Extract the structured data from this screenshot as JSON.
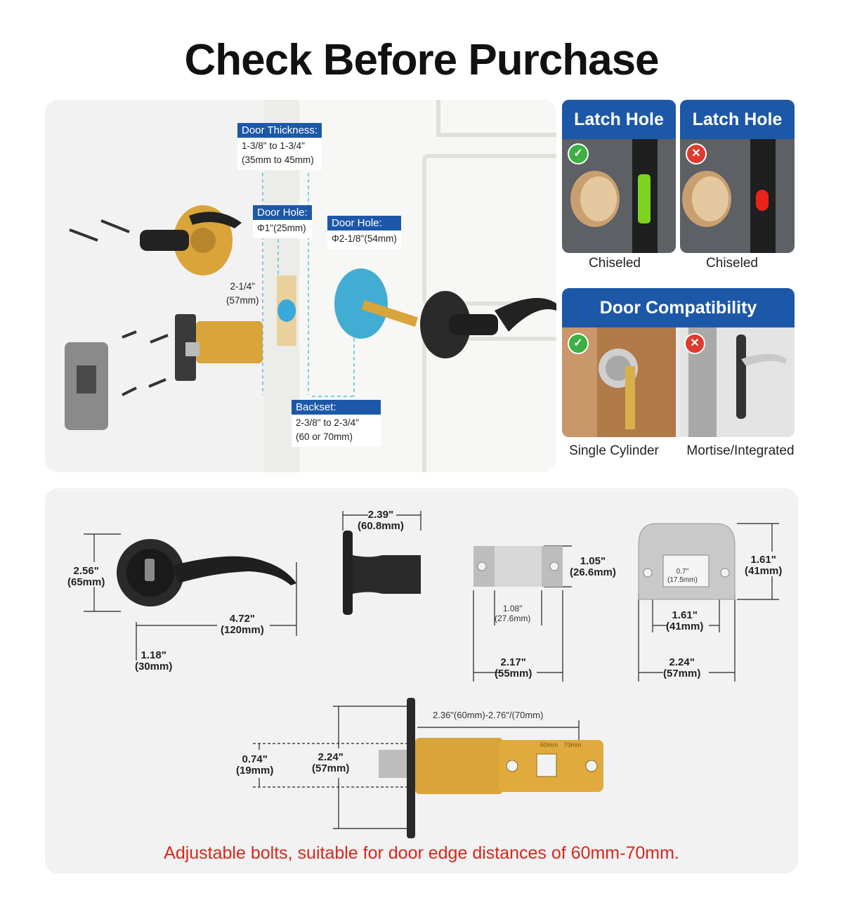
{
  "title": "Check Before Purchase",
  "labels": {
    "door_thickness": {
      "head": "Door Thickness:",
      "line1": "1-3/8\" to  1-3/4\"",
      "line2": "(35mm to 45mm)"
    },
    "door_hole_small": {
      "head": "Door Hole:",
      "line1": "Φ1\"(25mm)"
    },
    "door_hole_large": {
      "head": "Door Hole:",
      "line1": "Φ2-1/8\"(54mm)"
    },
    "latch_height": {
      "line1": "2-1/4\"",
      "line2": "(57mm)"
    },
    "backset": {
      "head": "Backset:",
      "line1": "2-3/8\"  to  2-3/4\"",
      "line2": "(60 or 70mm)"
    }
  },
  "cards": {
    "latch_ok": {
      "title": "Latch Hole",
      "caption": "Chiseled",
      "status": "check",
      "indicator_color": "#7ed321"
    },
    "latch_bad": {
      "title": "Latch Hole",
      "caption": "Chiseled",
      "status": "cross",
      "indicator_color": "#e8231a"
    },
    "compat": {
      "title": "Door Compatibility"
    },
    "single": {
      "caption": "Single Cylinder",
      "status": "check"
    },
    "mortise": {
      "caption": "Mortise/Integrated",
      "status": "cross"
    }
  },
  "dimensions": {
    "lever_height": {
      "in": "2.56\"",
      "mm": "(65mm)"
    },
    "lever_length": {
      "in": "4.72\"",
      "mm": "(120mm)"
    },
    "rose_offset": {
      "in": "1.18\"",
      "mm": "(30mm)"
    },
    "knob_depth": {
      "in": "2.39\"",
      "mm": "(60.8mm)"
    },
    "faceplate_height": {
      "in": "1.05\"",
      "mm": "(26.6mm)"
    },
    "faceplate_inner": {
      "in": "1.08\"",
      "mm": "(27.6mm)"
    },
    "faceplate_width": {
      "in": "2.17\"",
      "mm": "(55mm)"
    },
    "strike_height": {
      "in": "1.61\"",
      "mm": "(41mm)"
    },
    "strike_slot": {
      "in": "0.7\"",
      "mm": "(17.5mm)"
    },
    "strike_hole": {
      "in": "1.61\"",
      "mm": "(41mm)"
    },
    "strike_width": {
      "in": "2.24\"",
      "mm": "(57mm)"
    },
    "latch_bolt": {
      "in": "0.74\"",
      "mm": "(19mm)"
    },
    "latch_plate": {
      "in": "2.24\"",
      "mm": "(57mm)"
    },
    "backset_range": "2.36\"(60mm)-2.76\"/(70mm)",
    "latch_marks": [
      "60mm",
      "70mm"
    ]
  },
  "note": "Adjustable bolts, suitable for door edge distances of 60mm-70mm.",
  "colors": {
    "brand_blue": "#1d58a8",
    "note_red": "#d9261c",
    "brass": "#d9a43a",
    "check_green": "#3cb043",
    "cross_red": "#e03a2f"
  }
}
